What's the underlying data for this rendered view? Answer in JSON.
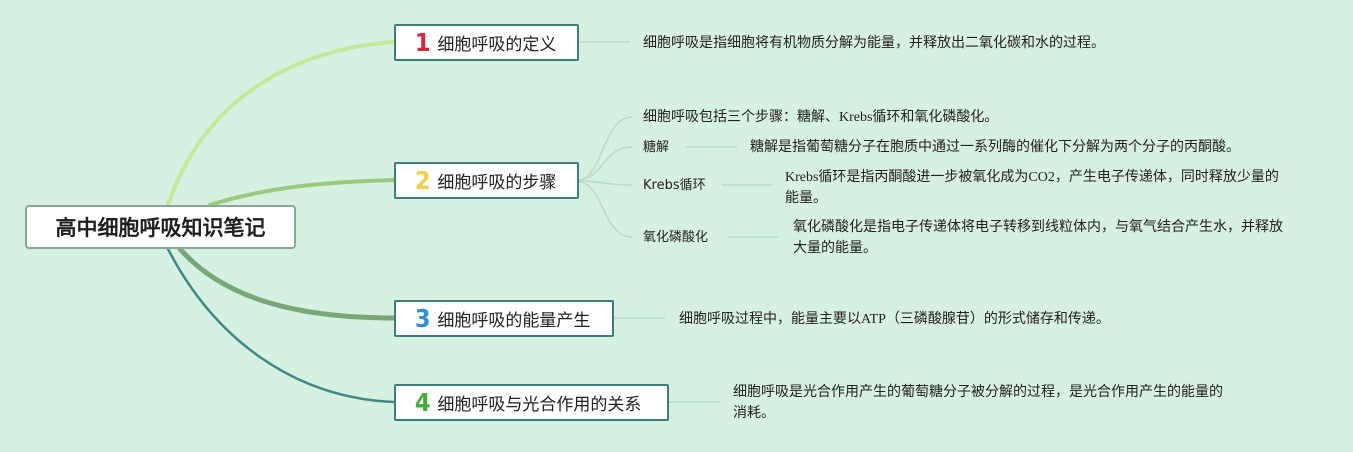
{
  "root": {
    "title": "高中细胞呼吸知识笔记"
  },
  "branches": [
    {
      "number": "1",
      "label": "细胞呼吸的定义",
      "details": [
        "细胞呼吸是指细胞将有机物质分解为能量，并释放出二氧化碳和水的过程。"
      ]
    },
    {
      "number": "2",
      "label": "细胞呼吸的步骤",
      "intro": "细胞呼吸包括三个步骤：糖解、Krebs循环和氧化磷酸化。",
      "steps": [
        {
          "name": "糖解",
          "details": [
            "糖解是指葡萄糖分子在胞质中通过一系列酶的催化下分解为两个分子的丙酮酸。"
          ]
        },
        {
          "name": "Krebs循环",
          "details": [
            "Krebs循环是指丙酮酸进一步被氧化成为CO2，产生电子传递体，同时释放少量的",
            "能量。"
          ]
        },
        {
          "name": "氧化磷酸化",
          "details": [
            "氧化磷酸化是指电子传递体将电子转移到线粒体内，与氧气结合产生水，并释放",
            "大量的能量。"
          ]
        }
      ]
    },
    {
      "number": "3",
      "label": "细胞呼吸的能量产生",
      "details": [
        "细胞呼吸过程中，能量主要以ATP（三磷酸腺苷）的形式储存和传递。"
      ]
    },
    {
      "number": "4",
      "label": "细胞呼吸与光合作用的关系",
      "details": [
        "细胞呼吸是光合作用产生的葡萄糖分子被分解的过程，是光合作用产生的能量的",
        "消耗。"
      ]
    }
  ],
  "colors": {
    "background": "#d6f0e2",
    "node_border": "#3d7f7a",
    "root_border": "#87a998",
    "branch_1_line": "#c6e89a",
    "branch_2_line": "#9cc97d",
    "branch_3_line": "#79a877",
    "branch_4_line": "#3e8a84",
    "detail_line": "#b9dcc6",
    "number_1": "#d8263a",
    "number_2": "#f2cf4a",
    "number_3": "#2e8fd8",
    "number_4": "#3fae35"
  }
}
